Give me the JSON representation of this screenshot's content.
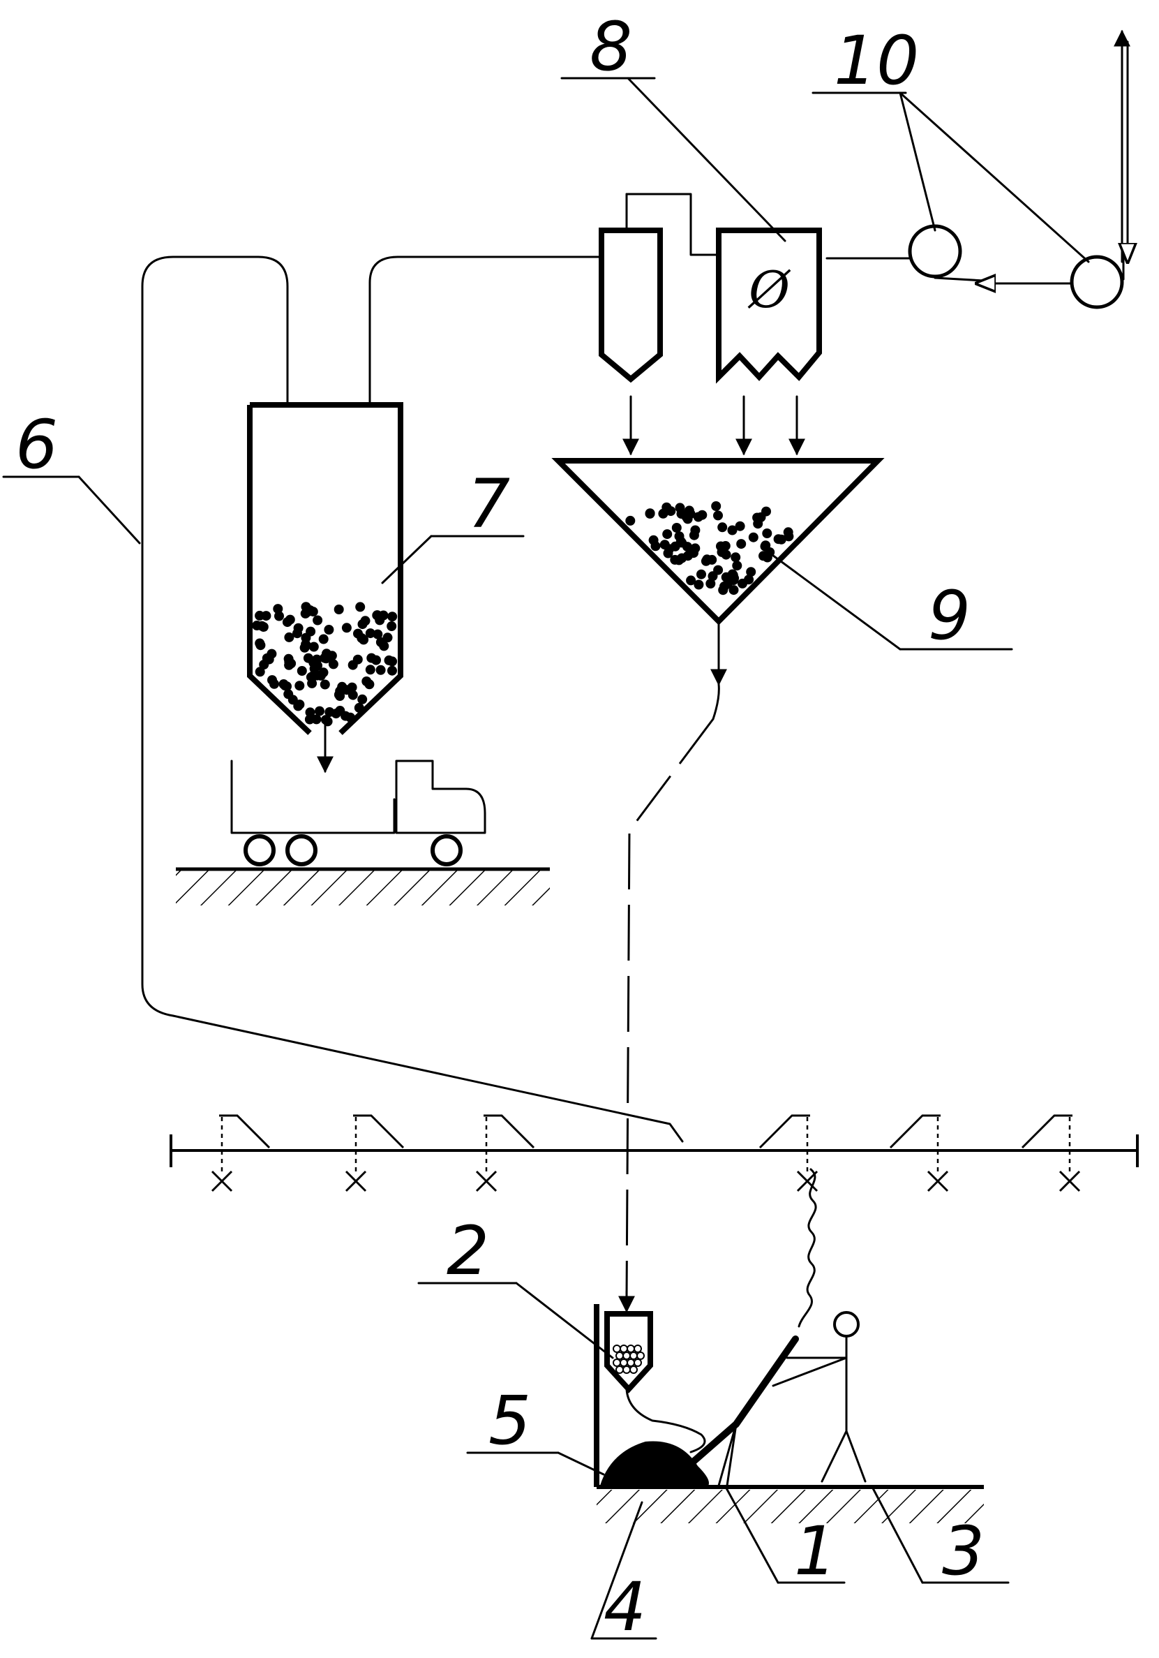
{
  "diagram": {
    "labels": {
      "l1": "1",
      "l2": "2",
      "l3": "3",
      "l4": "4",
      "l5": "5",
      "l6": "6",
      "l7": "7",
      "l8": "8",
      "l9": "9",
      "l10": "10"
    },
    "filter_symbol": "Ø"
  }
}
